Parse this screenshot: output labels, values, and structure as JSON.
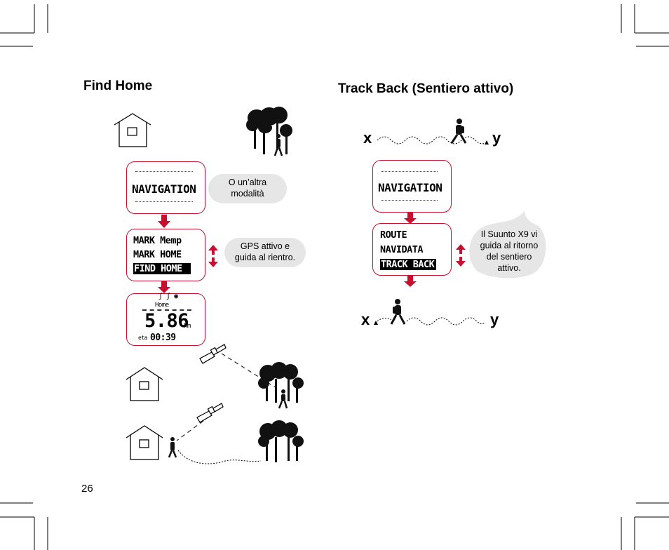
{
  "page_number": "26",
  "left_section": {
    "title": "Find Home",
    "screen1": {
      "label": "NAVIGATION"
    },
    "bubble1": {
      "line1": "O un’altra",
      "line2": "modalità"
    },
    "screen2": {
      "items": [
        "MARK Memp",
        "MARK HOME",
        "FIND HOME"
      ]
    },
    "bubble2": {
      "line1": "GPS attivo e",
      "line2": "guida al rientro."
    },
    "screen3": {
      "top_icons": "ʃ ʃ ◉",
      "waypoint": "Home",
      "distance": "5.86",
      "unit": "km",
      "eta_label": "eta",
      "eta_value": "00:39"
    }
  },
  "right_section": {
    "title": "Track Back (Sentiero attivo)",
    "x_label": "x",
    "y_label": "y",
    "screen1": {
      "label": "NAVIGATION"
    },
    "screen2": {
      "items": [
        "ROUTE",
        "NAVIDATA",
        "TRACK BACK"
      ]
    },
    "bubble": {
      "line1": "Il Suunto X9 vi",
      "line2": "guida al ritorno",
      "line3": "del sentiero",
      "line4": "attivo."
    }
  },
  "colors": {
    "accent": "#c8102e",
    "bubble": "#e6e6e6",
    "ink": "#000000"
  },
  "icons": [
    "house-icon",
    "trees-icon",
    "hiker-icon",
    "satellite-icon",
    "arrow-down-icon",
    "arrow-updown-icon"
  ]
}
